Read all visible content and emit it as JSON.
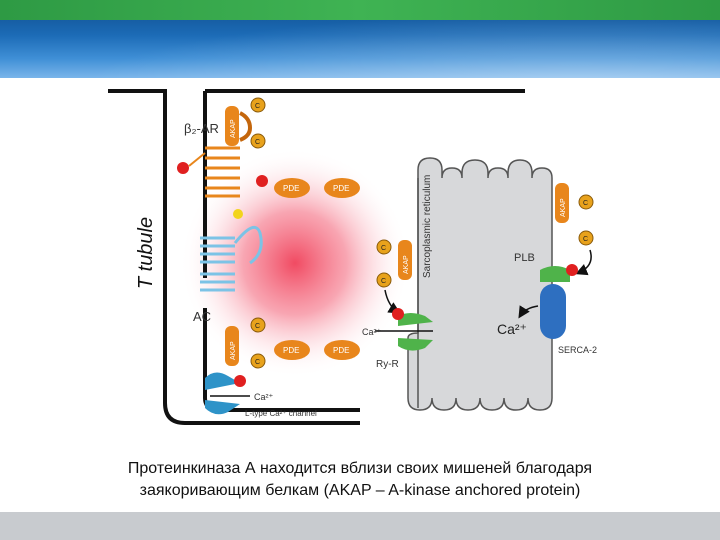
{
  "diagram": {
    "t_tubule_label": "T tubule",
    "b2ar_label": "β₂-AR",
    "ac_label": "AC",
    "pde_label": "PDE",
    "akap_label": "AKAP",
    "akap_green_label": "AKAP",
    "c_label": "C",
    "sr_label": "Sarcoplasmic reticulum",
    "plb_label": "PLB",
    "ca2_label": "Ca²⁺",
    "ca2_small_label": "Ca²⁺",
    "ca2_channel_label": "Ca²⁺",
    "ltype_label": "L-type Ca²⁺ channel",
    "ryr_label": "Ry-R",
    "serca_label": "SERCA-2",
    "colors": {
      "orange": "#e8861c",
      "dark_orange": "#c4660c",
      "pink_glow": "#f0415a",
      "red_dot": "#e02020",
      "green": "#4fb34a",
      "blue": "#2e6fc0",
      "light_blue": "#7cc3e6",
      "gray_sr": "#d7d8da",
      "teal": "#2e93c8"
    }
  },
  "caption": {
    "line1": "Протеинкиназа А находится вблизи своих мишеней благодаря",
    "line2": "заякоривающим белкам (AKAP – A-kinase anchored protein)"
  }
}
